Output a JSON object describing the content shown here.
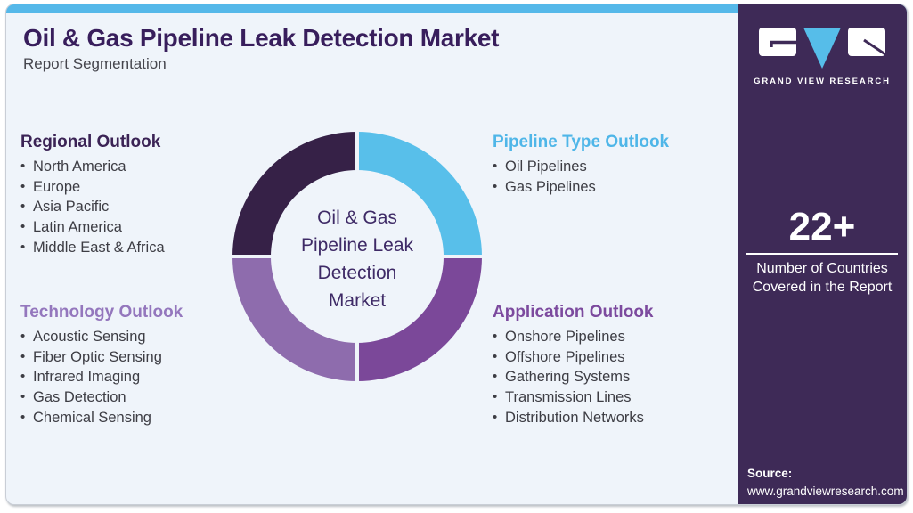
{
  "header": {
    "title": "Oil & Gas Pipeline Leak Detection Market",
    "subtitle": "Report Segmentation"
  },
  "brand": {
    "name": "GRAND VIEW RESEARCH"
  },
  "sections": [
    {
      "id": "regional",
      "title": "Regional Outlook",
      "color": "#3b2355",
      "items": [
        "North America",
        "Europe",
        "Asia Pacific",
        "Latin America",
        "Middle East & Africa"
      ]
    },
    {
      "id": "pipeline_type",
      "title": "Pipeline Type Outlook",
      "color": "#4fb6e8",
      "items": [
        "Oil Pipelines",
        "Gas Pipelines"
      ]
    },
    {
      "id": "technology",
      "title": "Technology Outlook",
      "color": "#9477bd",
      "items": [
        "Acoustic Sensing",
        "Fiber Optic Sensing",
        "Infrared Imaging",
        "Gas Detection",
        "Chemical Sensing"
      ]
    },
    {
      "id": "application",
      "title": "Application Outlook",
      "color": "#7c4a9e",
      "items": [
        "Onshore Pipelines",
        "Offshore Pipelines",
        "Gathering Systems",
        "Transmission Lines",
        "Distribution Networks"
      ]
    }
  ],
  "donut": {
    "center_lines": [
      "Oil & Gas",
      "Pipeline Leak",
      "Detection",
      "Market"
    ],
    "segments": [
      {
        "name": "pipeline-type",
        "quadrant": "top-right",
        "color": "#58bfea"
      },
      {
        "name": "application",
        "quadrant": "bottom-right",
        "color": "#7b4899"
      },
      {
        "name": "technology",
        "quadrant": "bottom-left",
        "color": "#8e6cad"
      },
      {
        "name": "regional",
        "quadrant": "top-left",
        "color": "#362147"
      }
    ],
    "gap_color": "#eff4fa"
  },
  "stat": {
    "value": "22+",
    "label_lines": [
      "Number of Countries",
      "Covered in the Report"
    ]
  },
  "source": {
    "label": "Source:",
    "url": "www.grandviewresearch.com"
  },
  "colors": {
    "accent_blue": "#55b8e9",
    "sidebar_purple": "#3e2a57",
    "title_purple": "#381e5c",
    "center_text": "#3e2a66"
  }
}
